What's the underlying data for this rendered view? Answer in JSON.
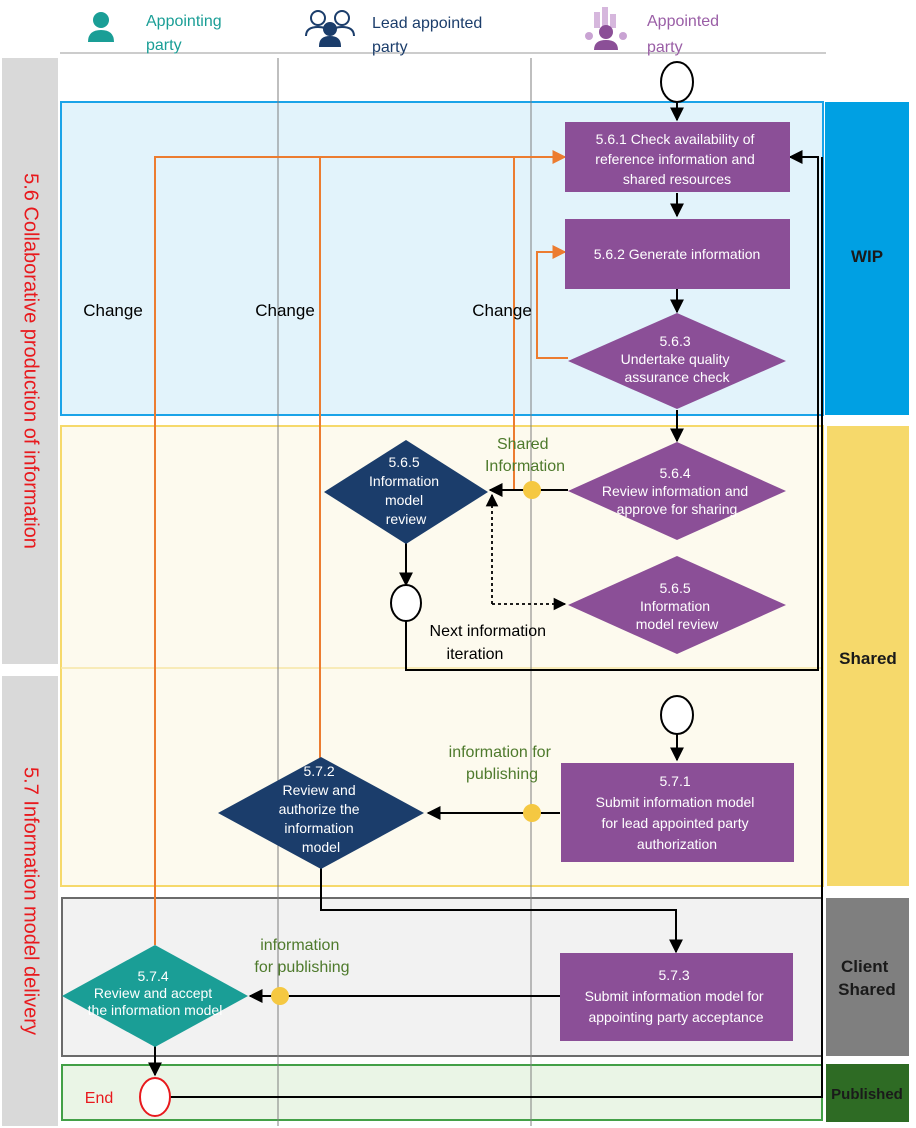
{
  "header": {
    "appointing_party": [
      "Appointing",
      "party"
    ],
    "lead_appointed_party": [
      "Lead  appointed",
      "party"
    ],
    "appointed_party": [
      "Appointed",
      "party"
    ]
  },
  "sections": {
    "s56": "5.6 Collaborative production of information",
    "s57": "5.7  Information model delivery"
  },
  "states": {
    "wip": "WIP",
    "shared": "Shared",
    "client_shared": [
      "Client",
      "Shared"
    ],
    "published": "Published"
  },
  "steps": {
    "s561": [
      "5.6.1 Check availability of",
      "reference information and",
      "shared resources"
    ],
    "s562": [
      "5.6.2 Generate information"
    ],
    "s563": [
      "5.6.3",
      "Undertake quality",
      "assurance check"
    ],
    "s564": [
      "5.6.4",
      "Review information and",
      "approve for sharing"
    ],
    "s565_lead": [
      "5.6.5",
      "Information",
      "model",
      "review"
    ],
    "s565_app": [
      "5.6.5",
      "Information",
      "model review"
    ],
    "s571": [
      "5.7.1",
      "Submit information model",
      "for lead appointed party",
      "authorization"
    ],
    "s572": [
      "5.7.2",
      "Review and",
      "authorize the",
      "information",
      "model"
    ],
    "s573": [
      "5.7.3",
      "Submit information model for",
      "appointing party acceptance"
    ],
    "s574": [
      "5.7.4",
      "Review and accept",
      "the information model"
    ]
  },
  "labels": {
    "change": "Change",
    "shared_information": [
      "Shared",
      "Information"
    ],
    "next_iteration": [
      "Next information",
      "iteration"
    ],
    "info_for_publishing_1": [
      "information for",
      "publishing"
    ],
    "info_for_publishing_2": [
      "information",
      "for publishing"
    ],
    "end": "End"
  },
  "colors": {
    "step_purple": "#8b4f97",
    "lead_navy": "#1b3d6b",
    "change_orange": "#ec7c30",
    "teal": "#1a9e96",
    "wip_blue": "#00a0e3",
    "shared_yellow": "#f6d96b",
    "client_grey": "#7f7f7f",
    "published_green": "#2e7d32",
    "section_red": "#e8191d"
  }
}
